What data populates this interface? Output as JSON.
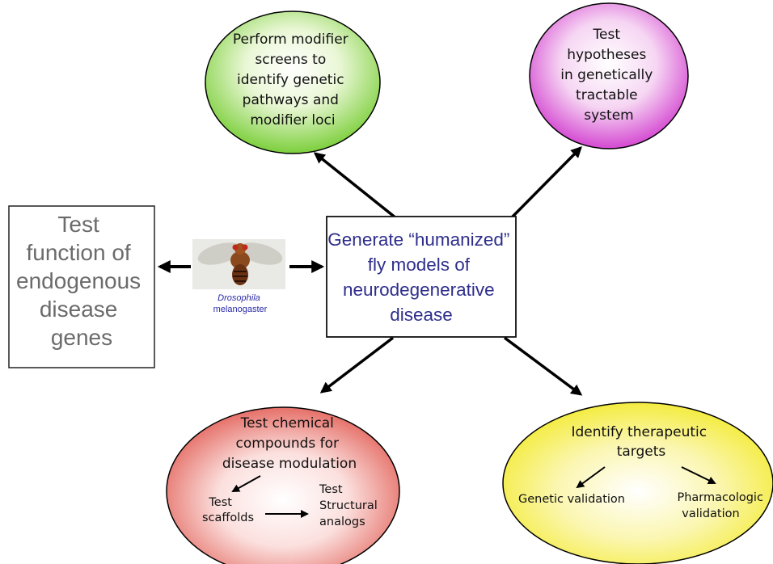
{
  "center": {
    "lines": [
      "Generate “humanized”",
      "fly models of",
      "neurodegenerative",
      "disease"
    ],
    "color": "#2e2e8c"
  },
  "left_box": {
    "lines": [
      "Test",
      "function of",
      "endogenous",
      "disease",
      "genes"
    ],
    "color": "#6b6b6b"
  },
  "fly": {
    "caption_line1": "Drosophila",
    "caption_line2": "melanogaster",
    "caption_color": "#2a2aa8"
  },
  "top_left_node": {
    "lines": [
      "Perform modifier",
      "screens to",
      "identify genetic",
      "pathways and",
      "modifier loci"
    ],
    "color": "#7ccf3c"
  },
  "top_right_node": {
    "lines": [
      "Test",
      "hypotheses",
      "in genetically",
      "tractable",
      "system"
    ],
    "color": "#d23fcf"
  },
  "bottom_left_node": {
    "lines": [
      "Test chemical",
      "compounds for",
      "disease modulation"
    ],
    "sub_left": [
      "Test",
      "scaffolds"
    ],
    "sub_right": [
      "Test",
      "Structural",
      "analogs"
    ],
    "color": "#e0534a"
  },
  "bottom_right_node": {
    "lines": [
      "Identify therapeutic",
      "targets"
    ],
    "sub_left": [
      "Genetic validation"
    ],
    "sub_right": [
      "Pharmacologic",
      "validation"
    ],
    "color": "#f2ea2a"
  }
}
